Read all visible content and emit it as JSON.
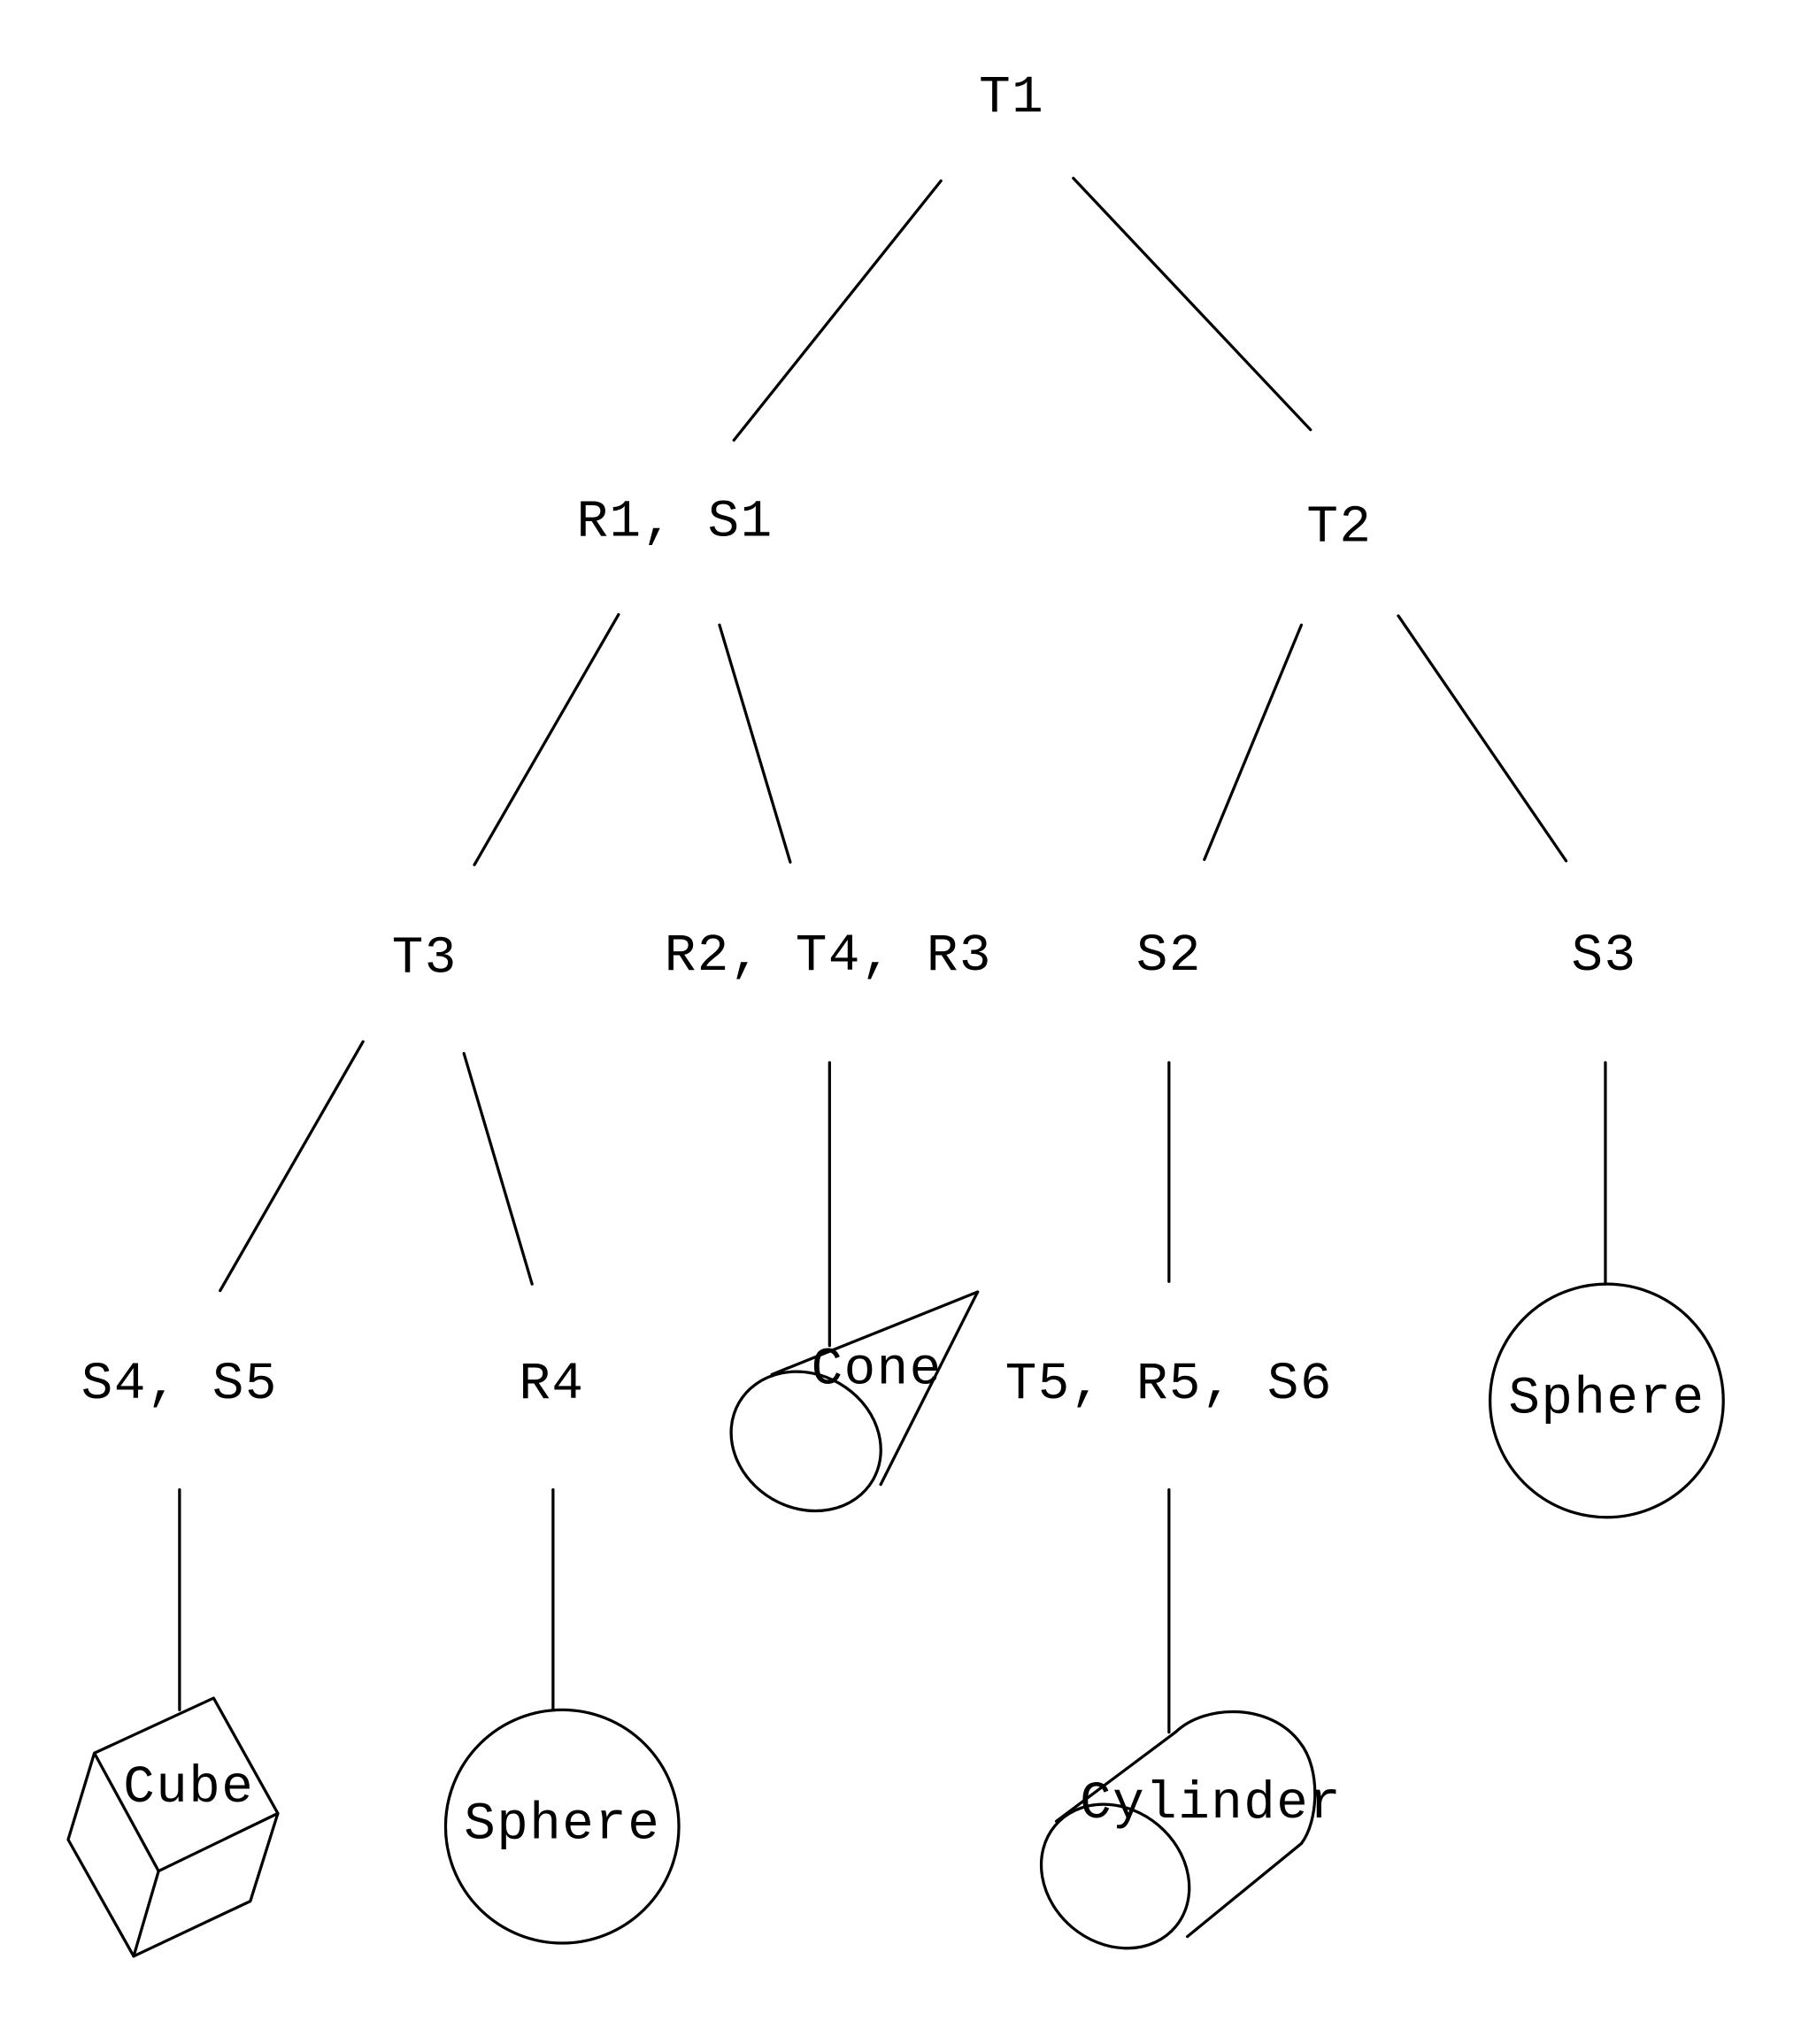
{
  "nodes": {
    "t1": "T1",
    "r1_s1": "R1, S1",
    "t2": "T2",
    "t3": "T3",
    "r2_t4_r3": "R2, T4, R3",
    "s2": "S2",
    "s3": "S3",
    "s4_s5": "S4, S5",
    "r4": "R4",
    "t5_r5_s6": "T5, R5, S6"
  },
  "primitives": {
    "cube": "Cube",
    "sphere_r4": "Sphere",
    "cone": "Cone",
    "cylinder": "Cylinder",
    "sphere_s3": "Sphere"
  }
}
